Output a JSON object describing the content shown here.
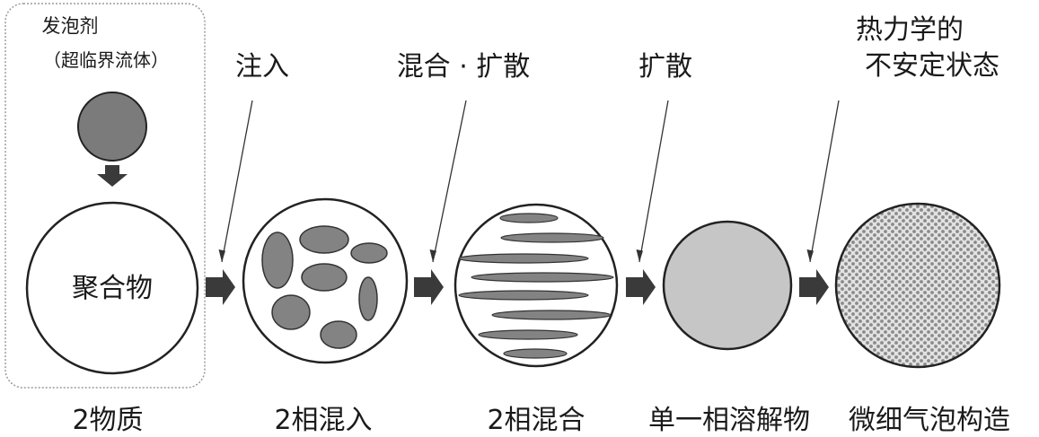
{
  "blowing_agent": {
    "name": "发泡剂",
    "state": "（超临界流体）"
  },
  "polymer_label": "聚合物",
  "annotations": {
    "inject": "注入",
    "mix_diffuse": "混合 · 扩散",
    "diffuse": "扩散",
    "unstable_line1": "热力学的",
    "unstable_line2": "不安定状态"
  },
  "stages": [
    {
      "label": "2物质"
    },
    {
      "label": "2相混入"
    },
    {
      "label": "2相混合"
    },
    {
      "label": "单一相溶解物"
    },
    {
      "label": "微细气泡构造"
    }
  ],
  "colors": {
    "line": "#222222",
    "agent_fill": "#7b7b7b",
    "blob_fill": "#838383",
    "dissolved_fill": "#c6c6c6",
    "arrow_fill": "#3a3a3a",
    "box_stroke": "#9a9a9a",
    "foam_dot": "#8a8a8a",
    "foam_bg": "#e2e2e2"
  }
}
